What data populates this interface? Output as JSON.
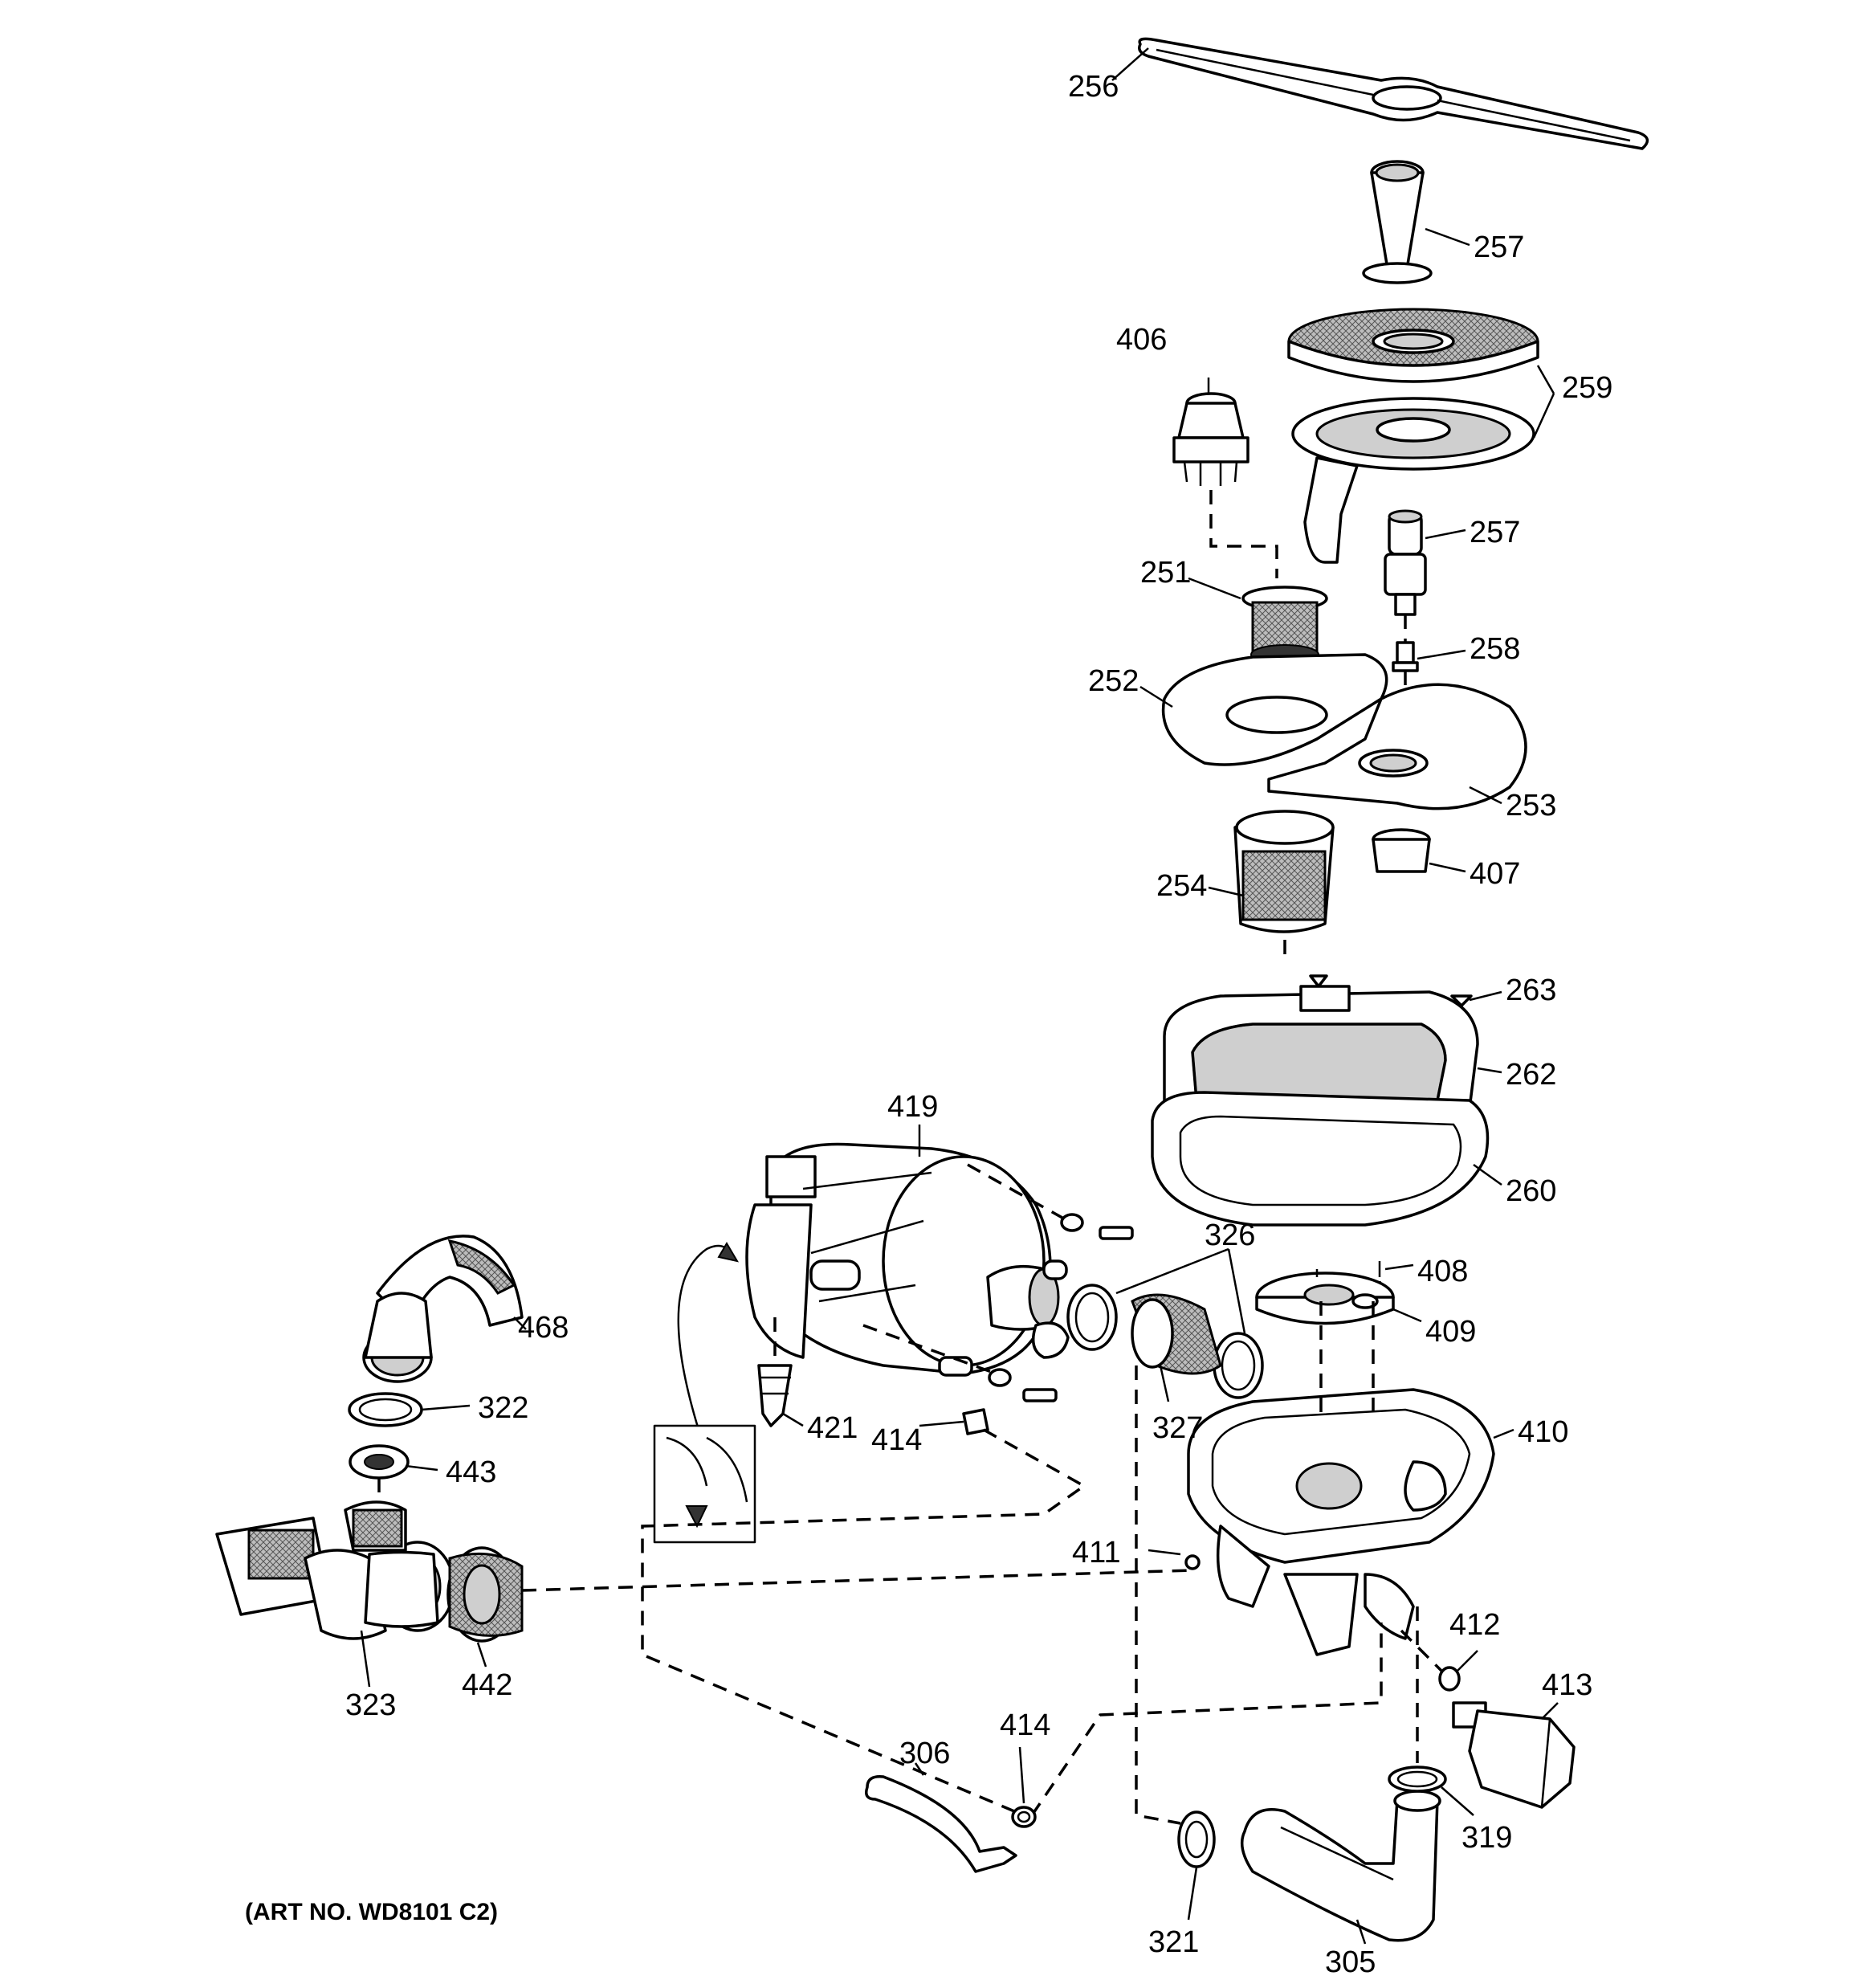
{
  "art_number": "(ART NO. WD8101 C2)",
  "callouts": {
    "c256": "256",
    "c257a": "257",
    "c259": "259",
    "c406": "406",
    "c257b": "257",
    "c251": "251",
    "c258": "258",
    "c252": "252",
    "c253": "253",
    "c254": "254",
    "c407": "407",
    "c263": "263",
    "c262": "262",
    "c260": "260",
    "c419": "419",
    "c326": "326",
    "c408": "408",
    "c409": "409",
    "c468": "468",
    "c322": "322",
    "c443": "443",
    "c421": "421",
    "c414a": "414",
    "c327": "327",
    "c410": "410",
    "c411": "411",
    "c412": "412",
    "c413": "413",
    "c323": "323",
    "c442": "442",
    "c306": "306",
    "c414b": "414",
    "c319": "319",
    "c321": "321",
    "c305": "305"
  }
}
